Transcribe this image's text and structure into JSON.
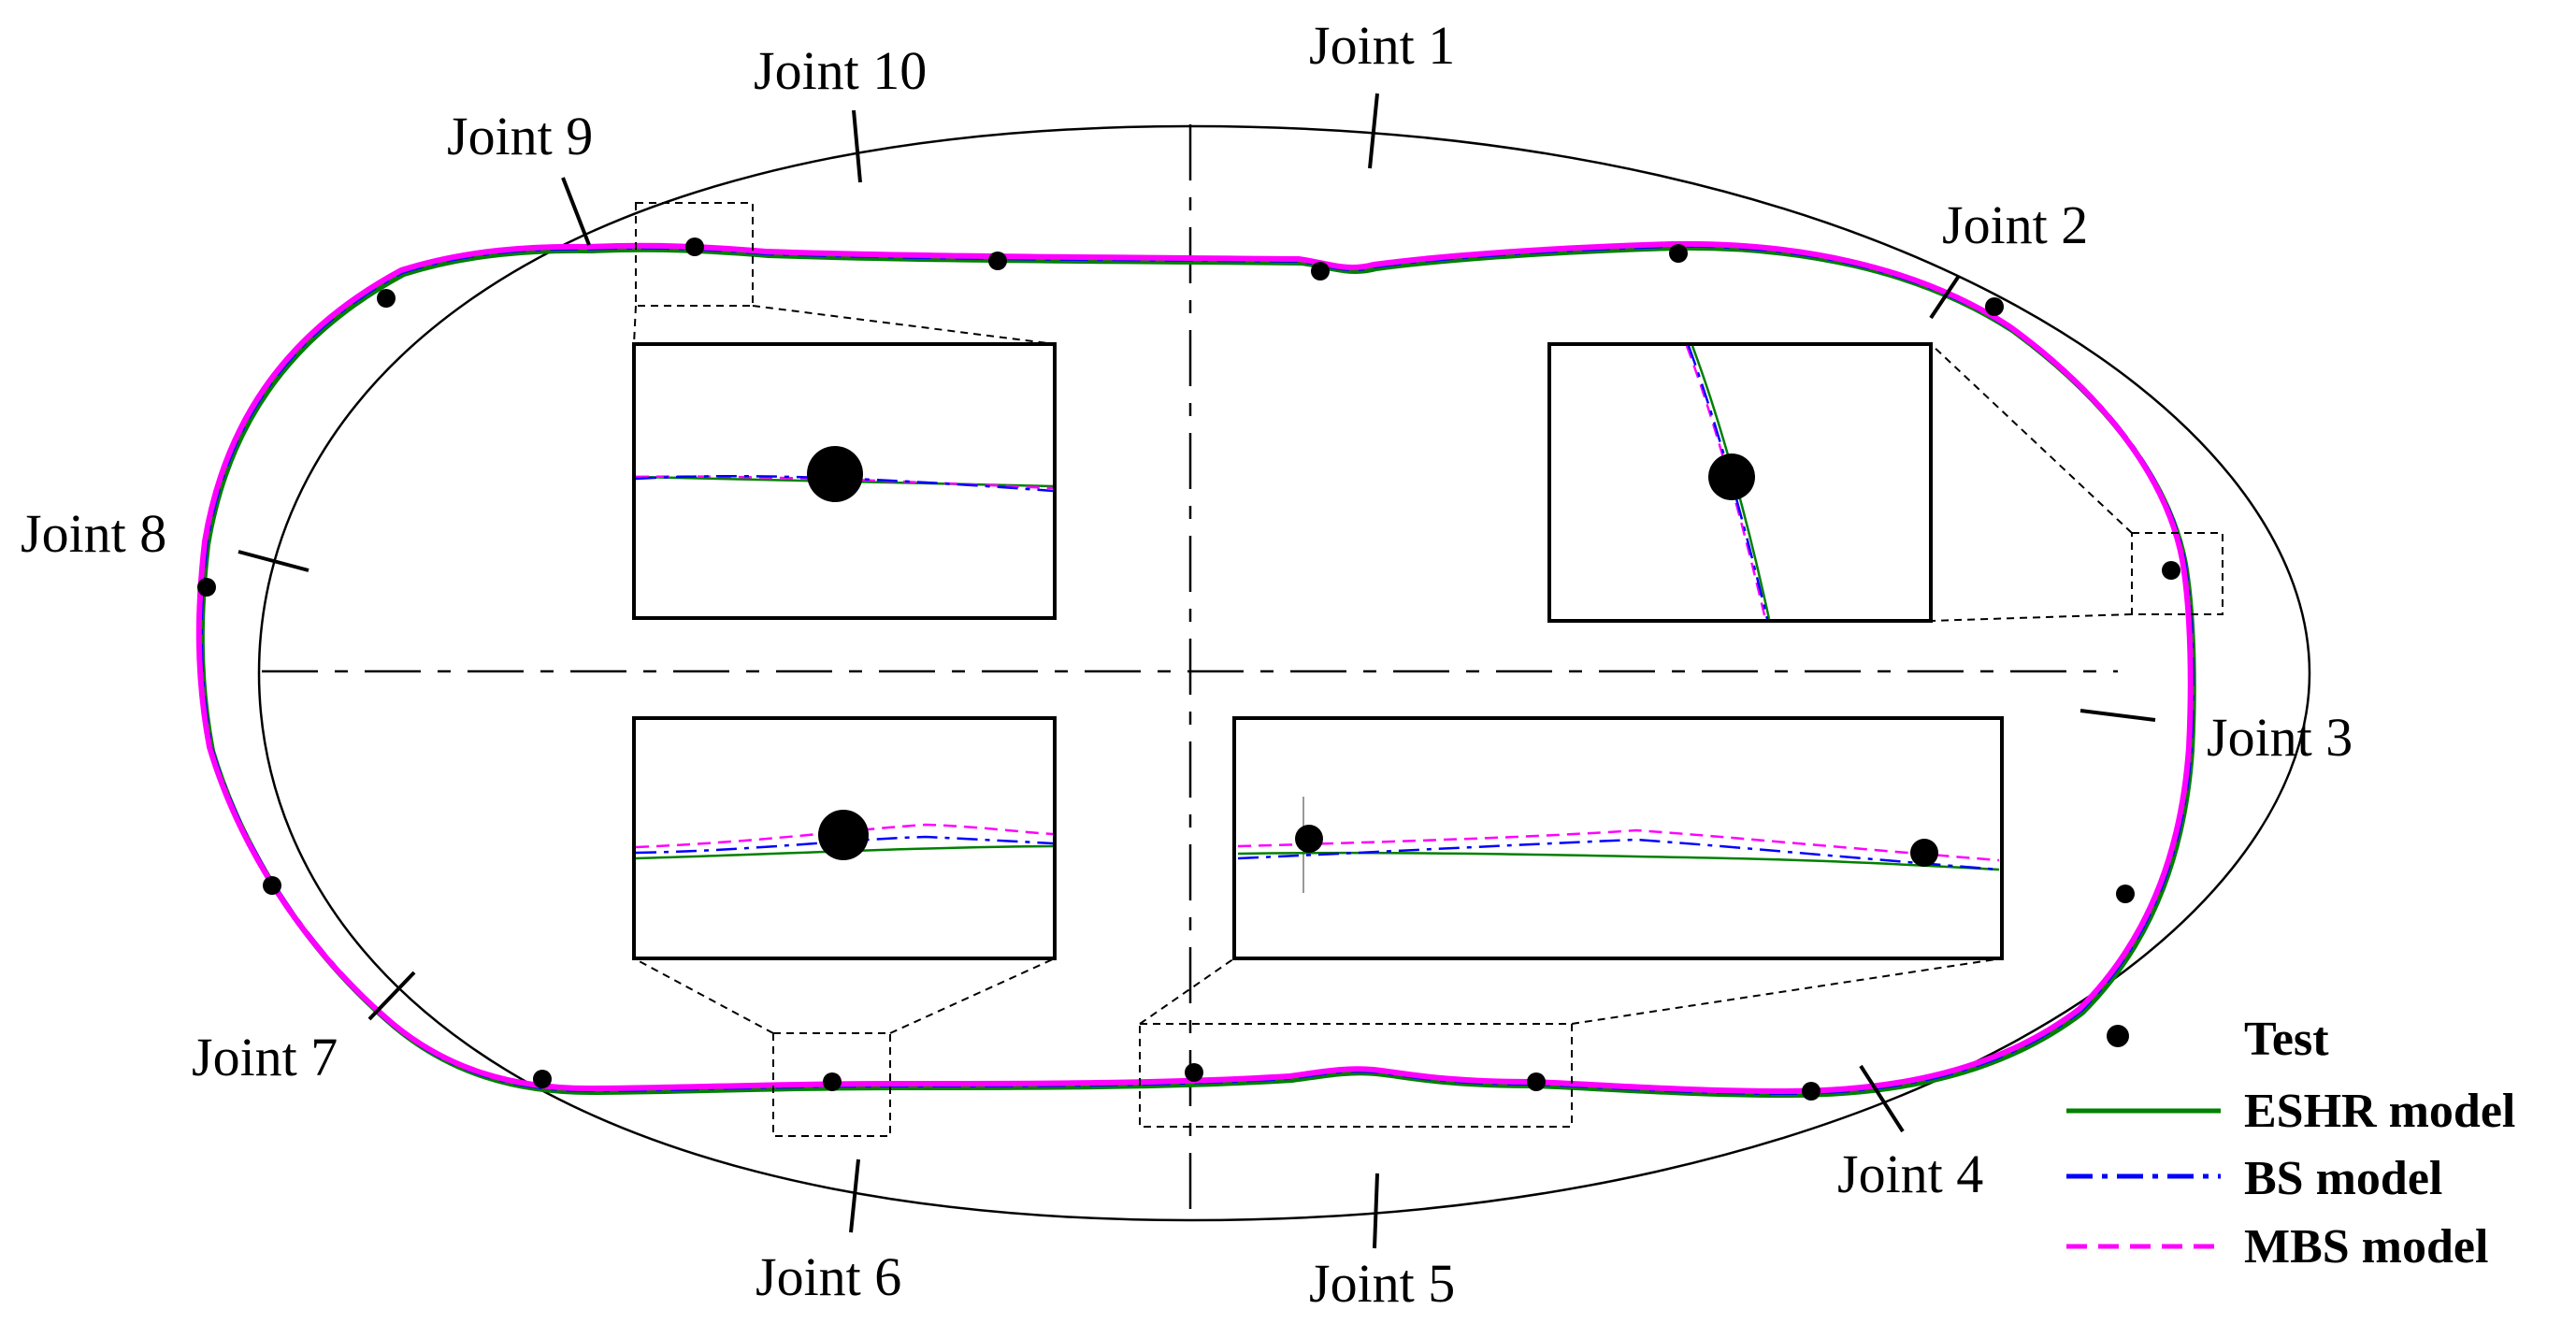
{
  "joints": [
    "Joint 1",
    "Joint 2",
    "Joint 3",
    "Joint 4",
    "Joint 5",
    "Joint 6",
    "Joint 7",
    "Joint 8",
    "Joint 9",
    "Joint 10"
  ],
  "legend": {
    "test": "Test",
    "eshr": "ESHR model",
    "bs": "BS model",
    "mbs": "MBS model"
  },
  "colors": {
    "eshr": "#008000",
    "bs": "#0000ff",
    "mbs": "#ff00ff",
    "outline": "#000000"
  }
}
